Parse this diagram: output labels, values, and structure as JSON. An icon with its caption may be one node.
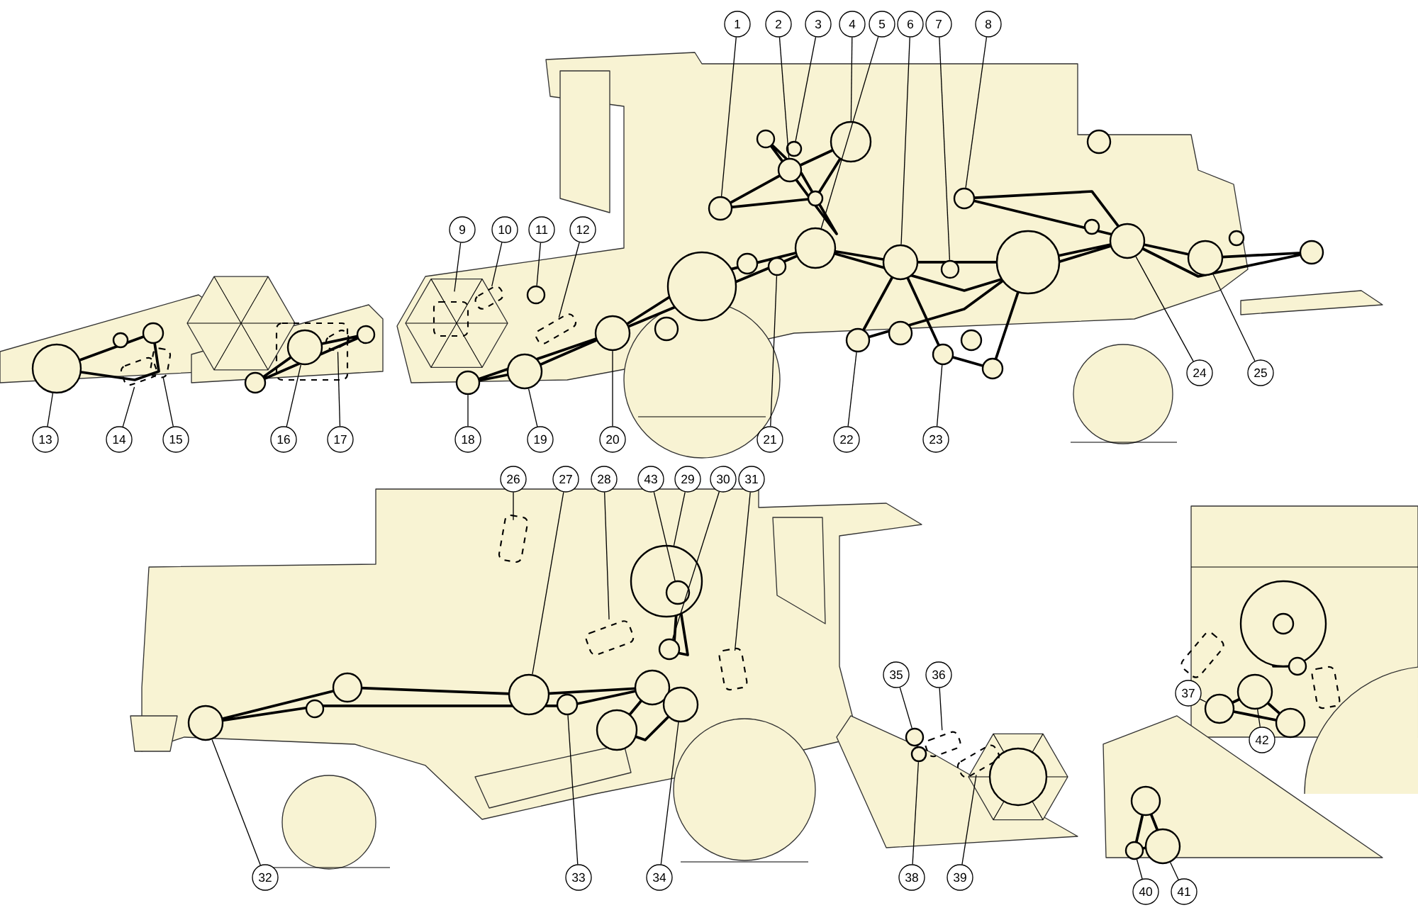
{
  "diagram": {
    "nodes": [
      {
        "text": [
          "1"
        ]
      },
      {
        "text": [
          "2"
        ]
      },
      {
        "text": [
          "3"
        ]
      },
      {
        "text": [
          "4"
        ]
      },
      {
        "text": [
          "5"
        ]
      },
      {
        "text": [
          "6"
        ]
      },
      {
        "text": [
          "7"
        ]
      },
      {
        "text": [
          "8"
        ]
      },
      {
        "text": [
          "9"
        ]
      },
      {
        "text": [
          "10"
        ]
      },
      {
        "text": [
          "11"
        ]
      },
      {
        "text": [
          "12"
        ]
      },
      {
        "text": [
          "13"
        ]
      },
      {
        "text": [
          "14"
        ]
      },
      {
        "text": [
          "15"
        ]
      },
      {
        "text": [
          "16"
        ]
      },
      {
        "text": [
          "17"
        ]
      },
      {
        "text": [
          "18"
        ]
      },
      {
        "text": [
          "19"
        ]
      },
      {
        "text": [
          "20"
        ]
      },
      {
        "text": [
          "21"
        ]
      },
      {
        "text": [
          "22"
        ]
      },
      {
        "text": [
          "23"
        ]
      },
      {
        "text": [
          "24"
        ]
      },
      {
        "text": [
          "25"
        ]
      },
      {
        "text": [
          "26"
        ]
      },
      {
        "text": [
          "27"
        ]
      },
      {
        "text": [
          "28"
        ]
      },
      {
        "text": [
          "29"
        ]
      },
      {
        "text": [
          "30"
        ]
      },
      {
        "text": [
          "31"
        ]
      },
      {
        "text": [
          "32"
        ]
      },
      {
        "text": [
          "33"
        ]
      },
      {
        "text": [
          "34"
        ]
      },
      {
        "text": [
          "35"
        ]
      },
      {
        "text": [
          "36"
        ]
      },
      {
        "text": [
          "37"
        ]
      },
      {
        "text": [
          "38"
        ]
      },
      {
        "text": [
          "39"
        ]
      },
      {
        "text": [
          "40"
        ]
      },
      {
        "text": [
          "41"
        ]
      },
      {
        "text": [
          "42"
        ]
      },
      {
        "text": [
          "43"
        ]
      },
      {
        "text": [],
        "shape": "circle"
      },
      {
        "text": [],
        "shape": "circle"
      },
      {
        "text": [],
        "shape": "circle"
      },
      {
        "text": [],
        "shape": "circle"
      },
      {
        "text": [],
        "shape": "circle"
      },
      {
        "text": [],
        "shape": "circle"
      },
      {
        "text": [],
        "shape": "circle"
      },
      {
        "text": [],
        "shape": "circle"
      },
      {
        "text": [],
        "shape": "chain"
      },
      {
        "text": [],
        "shape": "chain"
      },
      {
        "text": [],
        "shape": "circle"
      },
      {
        "text": [],
        "shape": "chain"
      },
      {
        "text": [],
        "shape": "circle"
      },
      {
        "text": [],
        "shape": "chain"
      },
      {
        "text": [],
        "shape": "chain"
      },
      {
        "text": [],
        "shape": "circle"
      },
      {
        "text": [],
        "shape": "chain"
      },
      {
        "text": [],
        "shape": "circle"
      },
      {
        "text": [],
        "shape": "circle"
      },
      {
        "text": [],
        "shape": "circle"
      },
      {
        "text": [],
        "shape": "circle"
      },
      {
        "text": [],
        "shape": "circle"
      },
      {
        "text": [],
        "shape": "circle"
      },
      {
        "text": [],
        "shape": "circle"
      },
      {
        "text": [],
        "shape": "circle"
      },
      {
        "text": [],
        "shape": "chain"
      },
      {
        "text": [],
        "shape": "circle"
      },
      {
        "text": [],
        "shape": "chain"
      },
      {
        "text": [],
        "shape": "circle"
      },
      {
        "text": [],
        "shape": "circle"
      },
      {
        "text": [],
        "shape": "chain"
      },
      {
        "text": [],
        "shape": "circle"
      },
      {
        "text": [],
        "shape": "circle"
      },
      {
        "text": [],
        "shape": "circle"
      },
      {
        "text": [],
        "shape": "circle"
      },
      {
        "text": [],
        "shape": "chain"
      },
      {
        "text": [],
        "shape": "circle"
      },
      {
        "text": [],
        "shape": "circle"
      },
      {
        "text": [],
        "shape": "chain"
      },
      {
        "text": [],
        "shape": "circle"
      },
      {
        "text": [],
        "shape": "circle"
      },
      {
        "text": [],
        "shape": "circle"
      },
      {
        "text": [],
        "shape": "circle",
        "in": 71
      }
    ],
    "edges": [
      {
        "from": 0,
        "to": 43,
        "arrow": "none"
      },
      {
        "from": 1,
        "to": 44,
        "arrow": "none"
      },
      {
        "from": 2,
        "to": 45,
        "arrow": "none"
      },
      {
        "from": 3,
        "to": 46,
        "arrow": "none"
      },
      {
        "from": 4,
        "to": 47,
        "arrow": "none"
      },
      {
        "from": 5,
        "to": 48,
        "arrow": "none"
      },
      {
        "from": 6,
        "to": 49,
        "arrow": "none"
      },
      {
        "from": 7,
        "to": 50,
        "arrow": "none"
      },
      {
        "from": 8,
        "to": 51,
        "arrow": "none"
      },
      {
        "from": 9,
        "to": 52,
        "arrow": "none"
      },
      {
        "from": 10,
        "to": 53,
        "arrow": "none"
      },
      {
        "from": 11,
        "to": 54,
        "arrow": "none"
      },
      {
        "from": 12,
        "to": 55,
        "arrow": "none"
      },
      {
        "from": 13,
        "to": 56,
        "arrow": "none"
      },
      {
        "from": 14,
        "to": 57,
        "arrow": "none"
      },
      {
        "from": 15,
        "to": 58,
        "arrow": "none"
      },
      {
        "from": 16,
        "to": 59,
        "arrow": "none"
      },
      {
        "from": 17,
        "to": 60,
        "arrow": "none"
      },
      {
        "from": 18,
        "to": 61,
        "arrow": "none"
      },
      {
        "from": 19,
        "to": 62,
        "arrow": "none"
      },
      {
        "from": 20,
        "to": 63,
        "arrow": "none"
      },
      {
        "from": 21,
        "to": 64,
        "arrow": "none"
      },
      {
        "from": 22,
        "to": 65,
        "arrow": "none"
      },
      {
        "from": 23,
        "to": 66,
        "arrow": "none"
      },
      {
        "from": 24,
        "to": 67,
        "arrow": "none"
      },
      {
        "from": 25,
        "to": 68,
        "arrow": "none"
      },
      {
        "from": 26,
        "to": 69,
        "arrow": "none"
      },
      {
        "from": 27,
        "to": 70,
        "arrow": "none"
      },
      {
        "from": 28,
        "to": 71,
        "arrow": "none"
      },
      {
        "from": 29,
        "to": 72,
        "arrow": "none"
      },
      {
        "from": 30,
        "to": 73,
        "arrow": "none"
      },
      {
        "from": 31,
        "to": 74,
        "arrow": "none"
      },
      {
        "from": 32,
        "to": 75,
        "arrow": "none"
      },
      {
        "from": 33,
        "to": 76,
        "arrow": "none"
      },
      {
        "from": 34,
        "to": 77,
        "arrow": "none"
      },
      {
        "from": 35,
        "to": 78,
        "arrow": "none"
      },
      {
        "from": 36,
        "to": 79,
        "arrow": "none"
      },
      {
        "from": 37,
        "to": 80,
        "arrow": "none"
      },
      {
        "from": 38,
        "to": 81,
        "arrow": "none"
      },
      {
        "from": 39,
        "to": 82,
        "arrow": "none"
      },
      {
        "from": 40,
        "to": 83,
        "arrow": "none"
      },
      {
        "from": 41,
        "to": 84,
        "arrow": "none"
      },
      {
        "from": 42,
        "to": 85,
        "arrow": "none"
      }
    ]
  }
}
